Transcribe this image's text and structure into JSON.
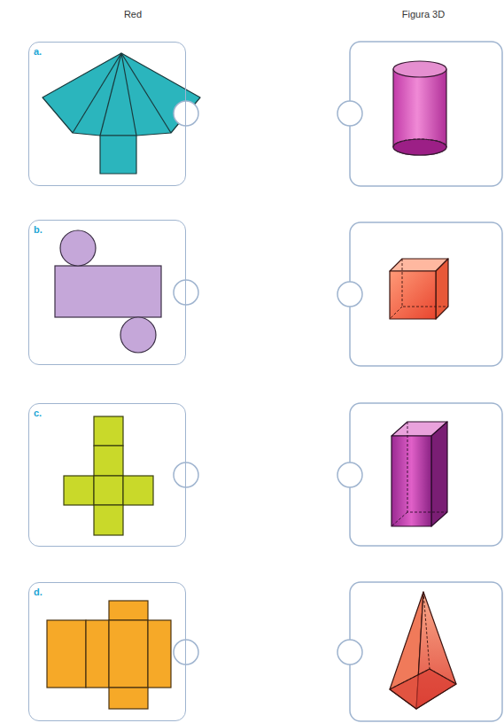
{
  "diagram": {
    "nodes": [
      {
        "text": [
          "a."
        ]
      },
      {
        "text": [
          "b."
        ]
      },
      {
        "text": [
          "c."
        ]
      },
      {
        "text": [
          "d."
        ]
      }
    ],
    "labels": [
      "Red",
      "Figura 3D"
    ]
  }
}
